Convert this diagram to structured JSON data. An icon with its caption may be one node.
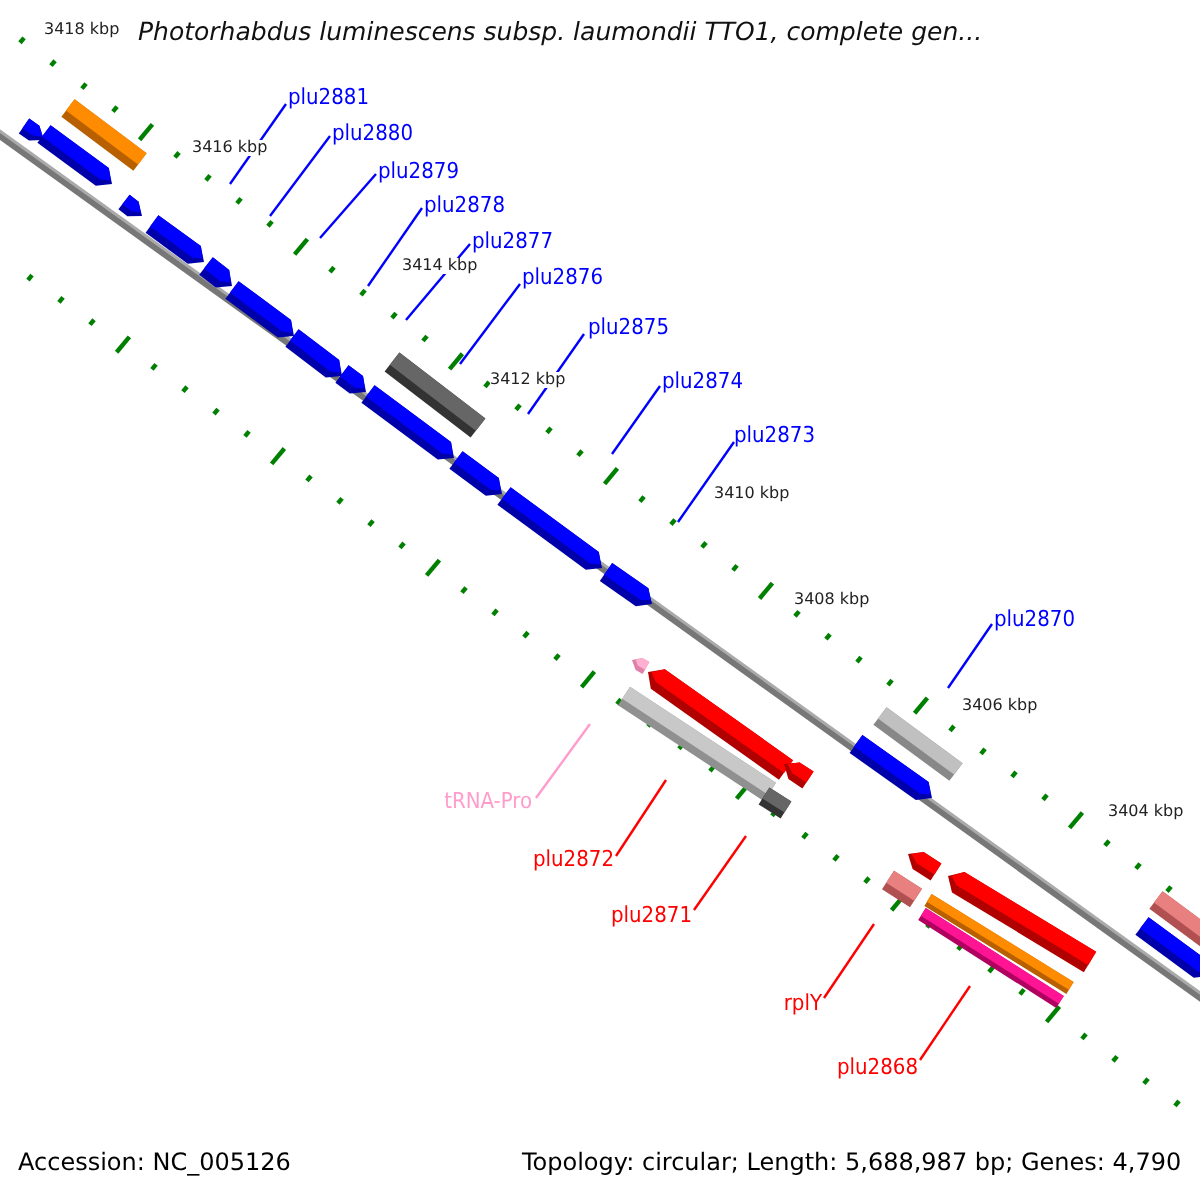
{
  "diagram": {
    "title": "Photorhabdus luminescens subsp. laumondii TTO1, complete gen...",
    "nodes": [
      {
        "text": [
          "plu2881"
        ]
      },
      {
        "text": [
          "plu2880"
        ]
      },
      {
        "text": [
          "plu2879"
        ]
      },
      {
        "text": [
          "plu2878"
        ]
      },
      {
        "text": [
          "plu2877"
        ]
      },
      {
        "text": [
          "plu2876"
        ]
      },
      {
        "text": [
          "plu2875"
        ]
      },
      {
        "text": [
          "plu2874"
        ]
      },
      {
        "text": [
          "plu2873"
        ]
      },
      {
        "text": [
          "plu2870"
        ]
      },
      {
        "text": [
          "tRNA-Pro"
        ]
      },
      {
        "text": [
          "plu2872"
        ]
      },
      {
        "text": [
          "plu2871"
        ]
      },
      {
        "text": [
          "rplY"
        ]
      },
      {
        "text": [
          "plu2868"
        ]
      }
    ],
    "edges": [
      {
        "from": 0,
        "to": null,
        "arrow": "none"
      },
      {
        "from": 1,
        "to": null,
        "arrow": "none"
      },
      {
        "from": 2,
        "to": null,
        "arrow": "none"
      },
      {
        "from": 3,
        "to": null,
        "arrow": "none"
      },
      {
        "from": 4,
        "to": null,
        "arrow": "none"
      },
      {
        "from": 5,
        "to": null,
        "arrow": "none"
      },
      {
        "from": 6,
        "to": null,
        "arrow": "none"
      },
      {
        "from": 7,
        "to": null,
        "arrow": "none"
      },
      {
        "from": 8,
        "to": null,
        "arrow": "none"
      },
      {
        "from": 9,
        "to": null,
        "arrow": "none"
      },
      {
        "from": 10,
        "to": null,
        "arrow": "none",
        "color": "#ff9ccc"
      },
      {
        "from": 11,
        "to": null,
        "arrow": "none",
        "color": "#ff0000"
      },
      {
        "from": 12,
        "to": null,
        "arrow": "none",
        "color": "#ff0000"
      },
      {
        "from": 13,
        "to": null,
        "arrow": "none",
        "color": "#ff0000"
      },
      {
        "from": 14,
        "to": null,
        "arrow": "none",
        "color": "#ff0000"
      }
    ],
    "labels": [
      "3418 kbp",
      "3416 kbp",
      "3414 kbp",
      "3412 kbp",
      "3410 kbp",
      "3408 kbp",
      "3406 kbp",
      "3404 kbp",
      "Accession: NC_005126",
      "Topology: circular; Length: 5,688,987 bp; Genes: 4,790"
    ]
  }
}
